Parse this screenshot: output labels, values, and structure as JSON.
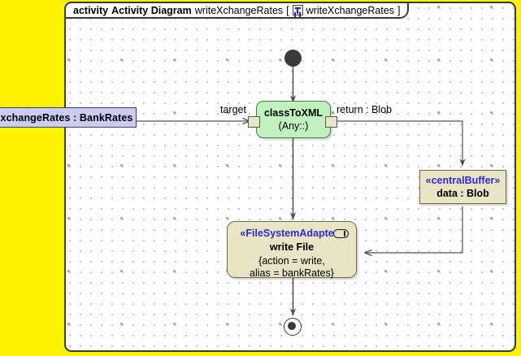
{
  "window": {
    "background_color": "#fff200",
    "canvas_color": "#ffffff"
  },
  "header": {
    "keyword": "activity",
    "type_label": "Activity Diagram",
    "diagram_name": "writeXchangeRates",
    "bracket_open": "[",
    "icon": "activity-diagram-icon",
    "qualified_name": "writeXchangeRates",
    "bracket_close": "]"
  },
  "nodes": {
    "input_object": {
      "label": "xchangeRates : BankRates",
      "fill": "#ccccf2",
      "stroke": "#3d3d6b"
    },
    "action_classtoxml": {
      "name": "classToXML",
      "signature": "(Any::)",
      "fill": "#bff2bf",
      "stroke": "#4a7a4a",
      "input_pin": "input-pin",
      "output_pin": "output-pin"
    },
    "central_buffer": {
      "stereotype": "«centralBuffer»",
      "label": "data : Blob",
      "fill": "#e8e4c4",
      "stroke": "#6b6b4a",
      "stereotype_color": "#2b2be0"
    },
    "action_writefile": {
      "stereotype": "«FileSystemAdapter»",
      "name": "write File",
      "constraint_line1": "{action = write,",
      "constraint_line2": "alias = bankRates}",
      "fill": "#e8e4c4",
      "stroke": "#6b6b4a",
      "stereotype_color": "#2b2be0",
      "corner_icon": "capsule-port-icon"
    },
    "initial": {
      "name": "initial-node"
    },
    "final": {
      "name": "activity-final-node"
    }
  },
  "edges": {
    "target_label": "target",
    "return_label": "return : Blob"
  }
}
